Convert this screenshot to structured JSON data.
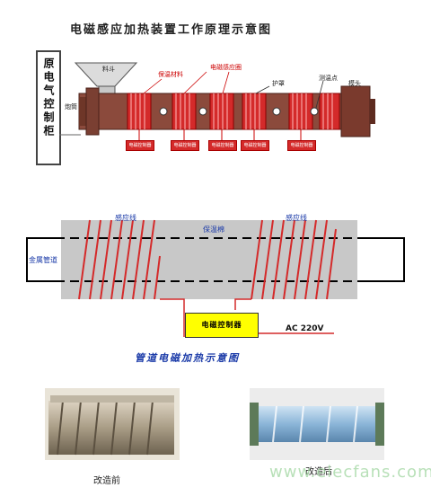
{
  "top": {
    "title": "电磁感应加热装置工作原理示意图",
    "cabinet_label": "原电气控制柜",
    "hopper_label": "料斗",
    "insulation_label": "保温材料",
    "coil_label": "电磁感应圈",
    "guard_label": "护罩",
    "measure_label": "测温点",
    "head_label": "模头",
    "barrel_label": "炮筒",
    "controller_label": "电磁控制器"
  },
  "bottom": {
    "coil_left_label": "感应线",
    "coil_right_label": "感应线",
    "insulation_label": "保温棉",
    "pipe_label": "金属管道",
    "controller_label": "电磁控制器",
    "voltage_label": "AC 220V",
    "caption": "管道电磁加热示意图"
  },
  "photos": {
    "before_label": "改造前",
    "after_label": "改造后"
  },
  "watermark": "www.elecfans.com",
  "colors": {
    "barrel": "#8b4a3c",
    "coil": "#d42a2a",
    "insulation": "#c8c8c8",
    "caption": "#1a3aa8"
  }
}
